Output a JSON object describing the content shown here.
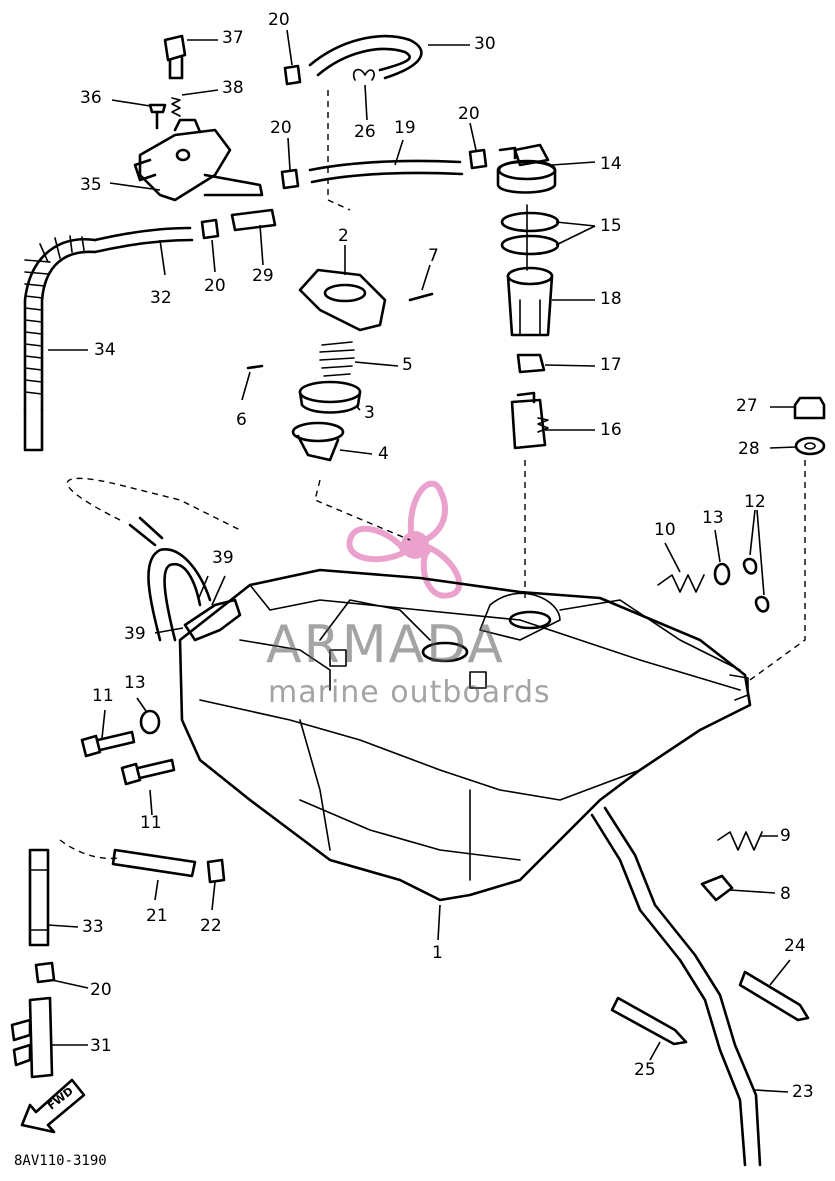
{
  "drawing_code": "8AV110-3190",
  "watermark": {
    "brand": "ARMADA",
    "tagline": "marine outboards",
    "logo_color": "#e58ac0"
  },
  "fwd_arrow_label": "FWD",
  "callouts": [
    {
      "id": "c37",
      "text": "37"
    },
    {
      "id": "c20a",
      "text": "20"
    },
    {
      "id": "c30",
      "text": "30"
    },
    {
      "id": "c36",
      "text": "36"
    },
    {
      "id": "c38",
      "text": "38"
    },
    {
      "id": "c26",
      "text": "26"
    },
    {
      "id": "c20b",
      "text": "20"
    },
    {
      "id": "c19",
      "text": "19"
    },
    {
      "id": "c20c",
      "text": "20"
    },
    {
      "id": "c14",
      "text": "14"
    },
    {
      "id": "c35",
      "text": "35"
    },
    {
      "id": "c15",
      "text": "15"
    },
    {
      "id": "c2",
      "text": "2"
    },
    {
      "id": "c32",
      "text": "32"
    },
    {
      "id": "c20d",
      "text": "20"
    },
    {
      "id": "c29",
      "text": "29"
    },
    {
      "id": "c7",
      "text": "7"
    },
    {
      "id": "c18",
      "text": "18"
    },
    {
      "id": "c34",
      "text": "34"
    },
    {
      "id": "c5",
      "text": "5"
    },
    {
      "id": "c17",
      "text": "17"
    },
    {
      "id": "c6",
      "text": "6"
    },
    {
      "id": "c3",
      "text": "3"
    },
    {
      "id": "c16",
      "text": "16"
    },
    {
      "id": "c27",
      "text": "27"
    },
    {
      "id": "c4",
      "text": "4"
    },
    {
      "id": "c28",
      "text": "28"
    },
    {
      "id": "c10",
      "text": "10"
    },
    {
      "id": "c13a",
      "text": "13"
    },
    {
      "id": "c12",
      "text": "12"
    },
    {
      "id": "c39a",
      "text": "39"
    },
    {
      "id": "c39b",
      "text": "39"
    },
    {
      "id": "c11a",
      "text": "11"
    },
    {
      "id": "c13b",
      "text": "13"
    },
    {
      "id": "c11b",
      "text": "11"
    },
    {
      "id": "c9",
      "text": "9"
    },
    {
      "id": "c8",
      "text": "8"
    },
    {
      "id": "c33",
      "text": "33"
    },
    {
      "id": "c21",
      "text": "21"
    },
    {
      "id": "c22",
      "text": "22"
    },
    {
      "id": "c1",
      "text": "1"
    },
    {
      "id": "c24",
      "text": "24"
    },
    {
      "id": "c20e",
      "text": "20"
    },
    {
      "id": "c31",
      "text": "31"
    },
    {
      "id": "c25",
      "text": "25"
    },
    {
      "id": "c23",
      "text": "23"
    }
  ]
}
